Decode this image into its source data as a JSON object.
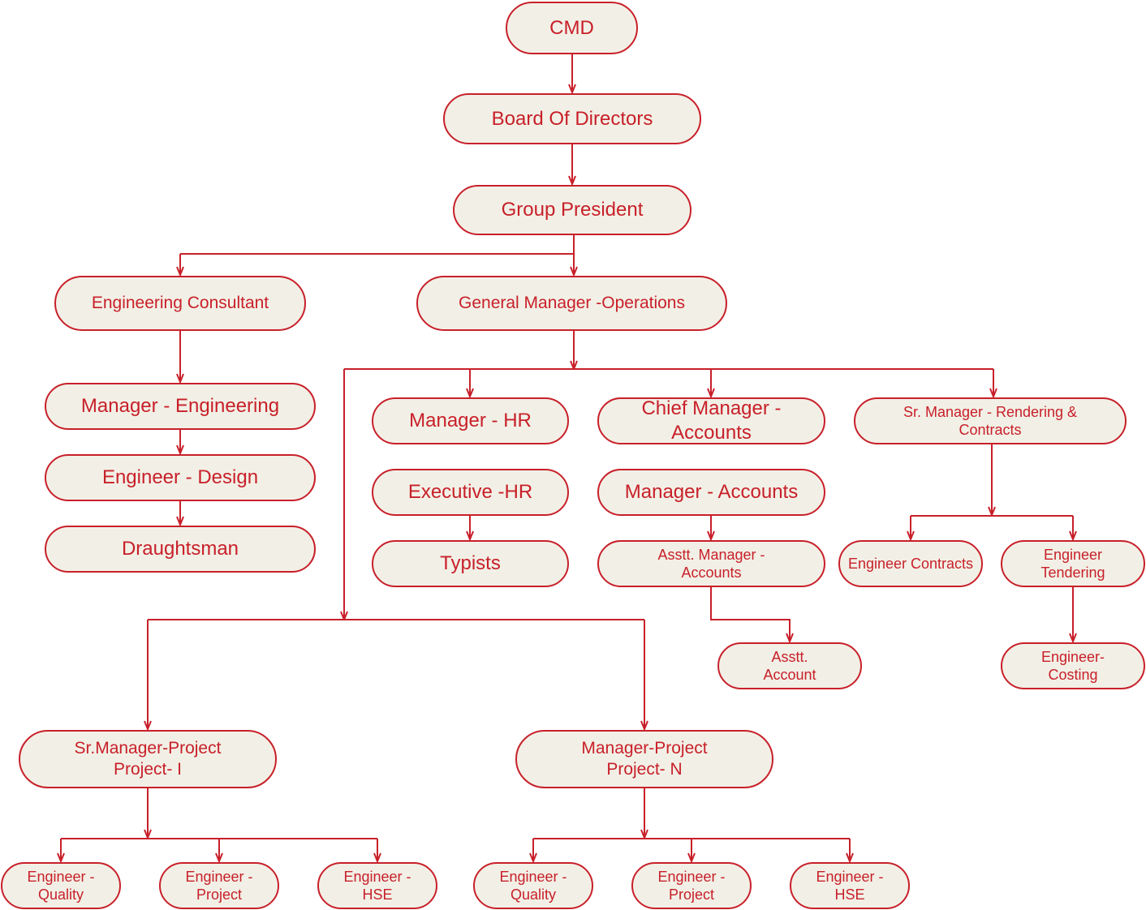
{
  "accent_color": "#c8202a",
  "node_fill": "#f2f0e6",
  "nodes": {
    "cmd": "CMD",
    "board": "Board Of Directors",
    "group_president": "Group President",
    "eng_consultant": "Engineering Consultant",
    "gm_operations": "General Manager -Operations",
    "mgr_engineering": "Manager - Engineering",
    "eng_design": "Engineer - Design",
    "draughtsman": "Draughtsman",
    "mgr_hr": "Manager - HR",
    "exec_hr": "Executive -HR",
    "typists": "Typists",
    "chief_mgr_accounts": "Chief Manager - Accounts",
    "mgr_accounts": "Manager - Accounts",
    "asst_mgr_accounts": "Asstt. Manager -\nAccounts",
    "asst_account": "Asstt.\nAccount",
    "sr_mgr_rendering": "Sr. Manager - Rendering &\nContracts",
    "eng_contracts": "Engineer Contracts",
    "eng_tendering": "Engineer\nTendering",
    "eng_costing": "Engineer-\nCosting",
    "sr_mgr_project_1": "Sr.Manager-Project\nProject- I",
    "mgr_project_n": "Manager-Project\nProject- N",
    "p1_eng_quality": "Engineer -\nQuality",
    "p1_eng_project": "Engineer -\nProject",
    "p1_eng_hse": "Engineer -\nHSE",
    "pn_eng_quality": "Engineer -\nQuality",
    "pn_eng_project": "Engineer -\nProject",
    "pn_eng_hse": "Engineer -\nHSE"
  }
}
